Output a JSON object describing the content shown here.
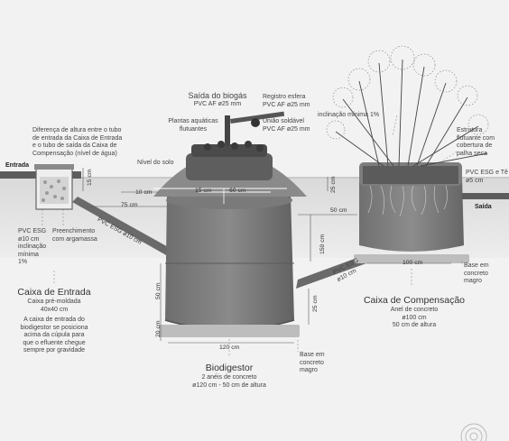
{
  "labels": {
    "entrada": "Entrada",
    "saida": "Saída",
    "nivel_do_solo": "Nível do solo",
    "diferenca_altura": "Diferença de altura entre o tubo\nde entrada da Caixa de Entrada\ne o tubo de saída da Caixa de\nCompensação (nível de água)",
    "saida_biogas_title": "Saída do biogás",
    "saida_biogas_sub": "PVC AF ø25 mm",
    "registro": "Registro esfera\nPVC AF ø25 mm",
    "uniao": "União soldável\nPVC AF ø25 mm",
    "plantas": "Plantas aquáticas\nflutuantes",
    "inclinacao_1": "inclinação mínima 1%",
    "estrutura": "Estrutura\nflutuante com\ncobertura de\npalha seca",
    "pvc_esg_te": "PVC ESG e Tê\nø5 cm",
    "pvc_esg_10_left": "PVC ESG\nø10 cm\ninclinação\nmínima\n1%",
    "preenchimento": "Preenchimento\ncom argamassa",
    "pvc_diag_left": "PVC ESG ø10 cm",
    "pvc_diag_right": "PVC ESG\nø10 cm",
    "base_direita": "Base em\nconcreto\nmagro",
    "base_centro": "Base em\nconcreto\nmagro"
  },
  "dimensions": {
    "d15": "15 cm",
    "d10": "10 cm",
    "d15b": "15 cm",
    "d60": "60 cm",
    "d75": "75 cm",
    "d25": "25 cm",
    "d50": "50 cm",
    "d150": "150 cm",
    "d100": "100 cm",
    "d50v": "50 cm",
    "d20": "20 cm",
    "d120": "120 cm",
    "d25b": "25 cm"
  },
  "sections": {
    "caixa_entrada": {
      "title": "Caixa de Entrada",
      "sub": "Caixa pré-moldada\n40x40 cm",
      "desc": "A caixa de entrada do\nbiodigestor se posiciona\nacima da cúpula para\nque o efluente chegue\nsempre por gravidade"
    },
    "biodigestor": {
      "title": "Biodigestor",
      "sub": "2 anéis de concreto\nø120 cm - 50 cm de altura"
    },
    "caixa_compensacao": {
      "title": "Caixa de Compensação",
      "sub": "Anel de concreto\nø100 cm\n50 cm de altura"
    }
  }
}
